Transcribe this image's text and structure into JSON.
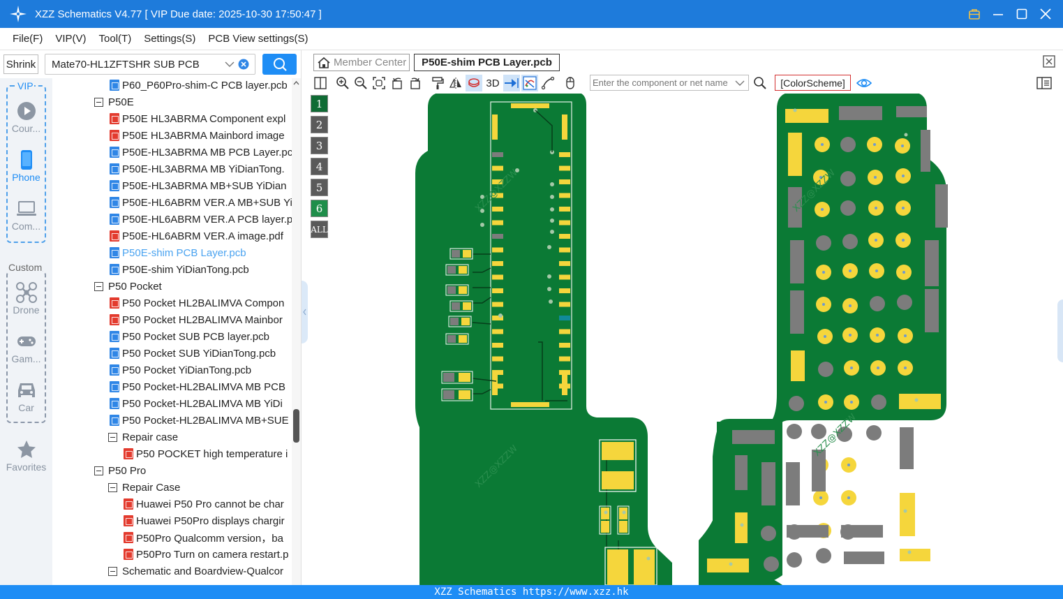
{
  "window": {
    "title": "XZZ Schematics V4.77 [ VIP Due date: 2025-10-30 17:50:47 ]"
  },
  "menu": [
    "File(F)",
    "VIP(V)",
    "Tool(T)",
    "Settings(S)",
    "PCB View settings(S)"
  ],
  "search": {
    "shrink_label": "Shrink",
    "combo_value": "Mate70-HL1ZFTSHR SUB PCB"
  },
  "nav": {
    "vip_label": "VIP",
    "custom_label": "Custom",
    "items": [
      {
        "label": "Cour...",
        "icon": "play-circle-icon"
      },
      {
        "label": "Phone",
        "icon": "phone-icon"
      },
      {
        "label": "Com...",
        "icon": "laptop-icon"
      },
      {
        "label": "Drone",
        "icon": "drone-icon"
      },
      {
        "label": "Gam...",
        "icon": "gamepad-icon"
      },
      {
        "label": "Car",
        "icon": "car-icon"
      },
      {
        "label": "Favorites",
        "icon": "star-icon"
      }
    ]
  },
  "tree": [
    {
      "level": 2,
      "type": "pcb",
      "label": "P60_P60Pro-shim-C PCB layer.pcb"
    },
    {
      "level": 1,
      "type": "folder",
      "label": "P50E"
    },
    {
      "level": 2,
      "type": "pdf",
      "label": "P50E HL3ABRMA Component expl"
    },
    {
      "level": 2,
      "type": "pdf",
      "label": "P50E HL3ABRMA Mainbord image"
    },
    {
      "level": 2,
      "type": "pcb",
      "label": "P50E-HL3ABRMA MB PCB Layer.pc"
    },
    {
      "level": 2,
      "type": "pcb",
      "label": "P50E-HL3ABRMA MB YiDianTong."
    },
    {
      "level": 2,
      "type": "pcb",
      "label": "P50E-HL3ABRMA MB+SUB YiDian"
    },
    {
      "level": 2,
      "type": "pcb",
      "label": "P50E-HL6ABRM VER.A MB+SUB Yi"
    },
    {
      "level": 2,
      "type": "pcb",
      "label": "P50E-HL6ABRM VER.A PCB layer.p"
    },
    {
      "level": 2,
      "type": "pdf",
      "label": "P50E-HL6ABRM VER.A image.pdf"
    },
    {
      "level": 2,
      "type": "pcb",
      "label": "P50E-shim PCB Layer.pcb",
      "selected": true
    },
    {
      "level": 2,
      "type": "pcb",
      "label": "P50E-shim YiDianTong.pcb"
    },
    {
      "level": 1,
      "type": "folder",
      "label": "P50 Pocket"
    },
    {
      "level": 2,
      "type": "pdf",
      "label": "P50 Pocket HL2BALIMVA Compon"
    },
    {
      "level": 2,
      "type": "pdf",
      "label": "P50 Pocket HL2BALIMVA Mainbor"
    },
    {
      "level": 2,
      "type": "pcb",
      "label": "P50 Pocket SUB PCB layer.pcb"
    },
    {
      "level": 2,
      "type": "pcb",
      "label": "P50 Pocket SUB YiDianTong.pcb"
    },
    {
      "level": 2,
      "type": "pcb",
      "label": "P50 Pocket YiDianTong.pcb"
    },
    {
      "level": 2,
      "type": "pcb",
      "label": "P50 Pocket-HL2BALIMVA MB PCB"
    },
    {
      "level": 2,
      "type": "pcb",
      "label": "P50 Pocket-HL2BALIMVA MB YiDi"
    },
    {
      "level": 2,
      "type": "pcb",
      "label": "P50 Pocket-HL2BALIMVA MB+SUE"
    },
    {
      "level": 2,
      "type": "folder",
      "label": "Repair case"
    },
    {
      "level": 3,
      "type": "pdf",
      "label": "P50 POCKET high temperature i"
    },
    {
      "level": 1,
      "type": "folder",
      "label": "P50 Pro"
    },
    {
      "level": 2,
      "type": "folder",
      "label": "Repair Case"
    },
    {
      "level": 3,
      "type": "pdf",
      "label": "Huawei P50 Pro cannot be char"
    },
    {
      "level": 3,
      "type": "pdf",
      "label": "Huawei P50Pro displays chargir"
    },
    {
      "level": 3,
      "type": "pdf",
      "label": "P50Pro Qualcomm version，ba"
    },
    {
      "level": 3,
      "type": "pdf",
      "label": "P50Pro Turn on camera restart.p"
    },
    {
      "level": 2,
      "type": "folder",
      "label": "Schematic and Boardview-Qualcor"
    }
  ],
  "tabs": [
    {
      "label": "Member Center",
      "icon": "home-icon",
      "active": false
    },
    {
      "label": "P50E-shim PCB Layer.pcb",
      "active": true
    }
  ],
  "toolbar": {
    "threed_label": "3D",
    "search_placeholder": "Enter the component or net name",
    "colorscheme_label": "[ColorScheme]"
  },
  "layers": [
    "1",
    "2",
    "3",
    "4",
    "5",
    "6",
    "ALL"
  ],
  "watermark": "XZZ@XZZW",
  "status": "XZZ Schematics https://www.xzz.hk",
  "colors": {
    "accent": "#1e8df5",
    "titlebar": "#1e7bdb",
    "pcb_green": "#0b7a35",
    "pad_yellow": "#f5d63c",
    "pad_gray": "#7c7c7c",
    "selected_tree": "#4aa3f0"
  }
}
